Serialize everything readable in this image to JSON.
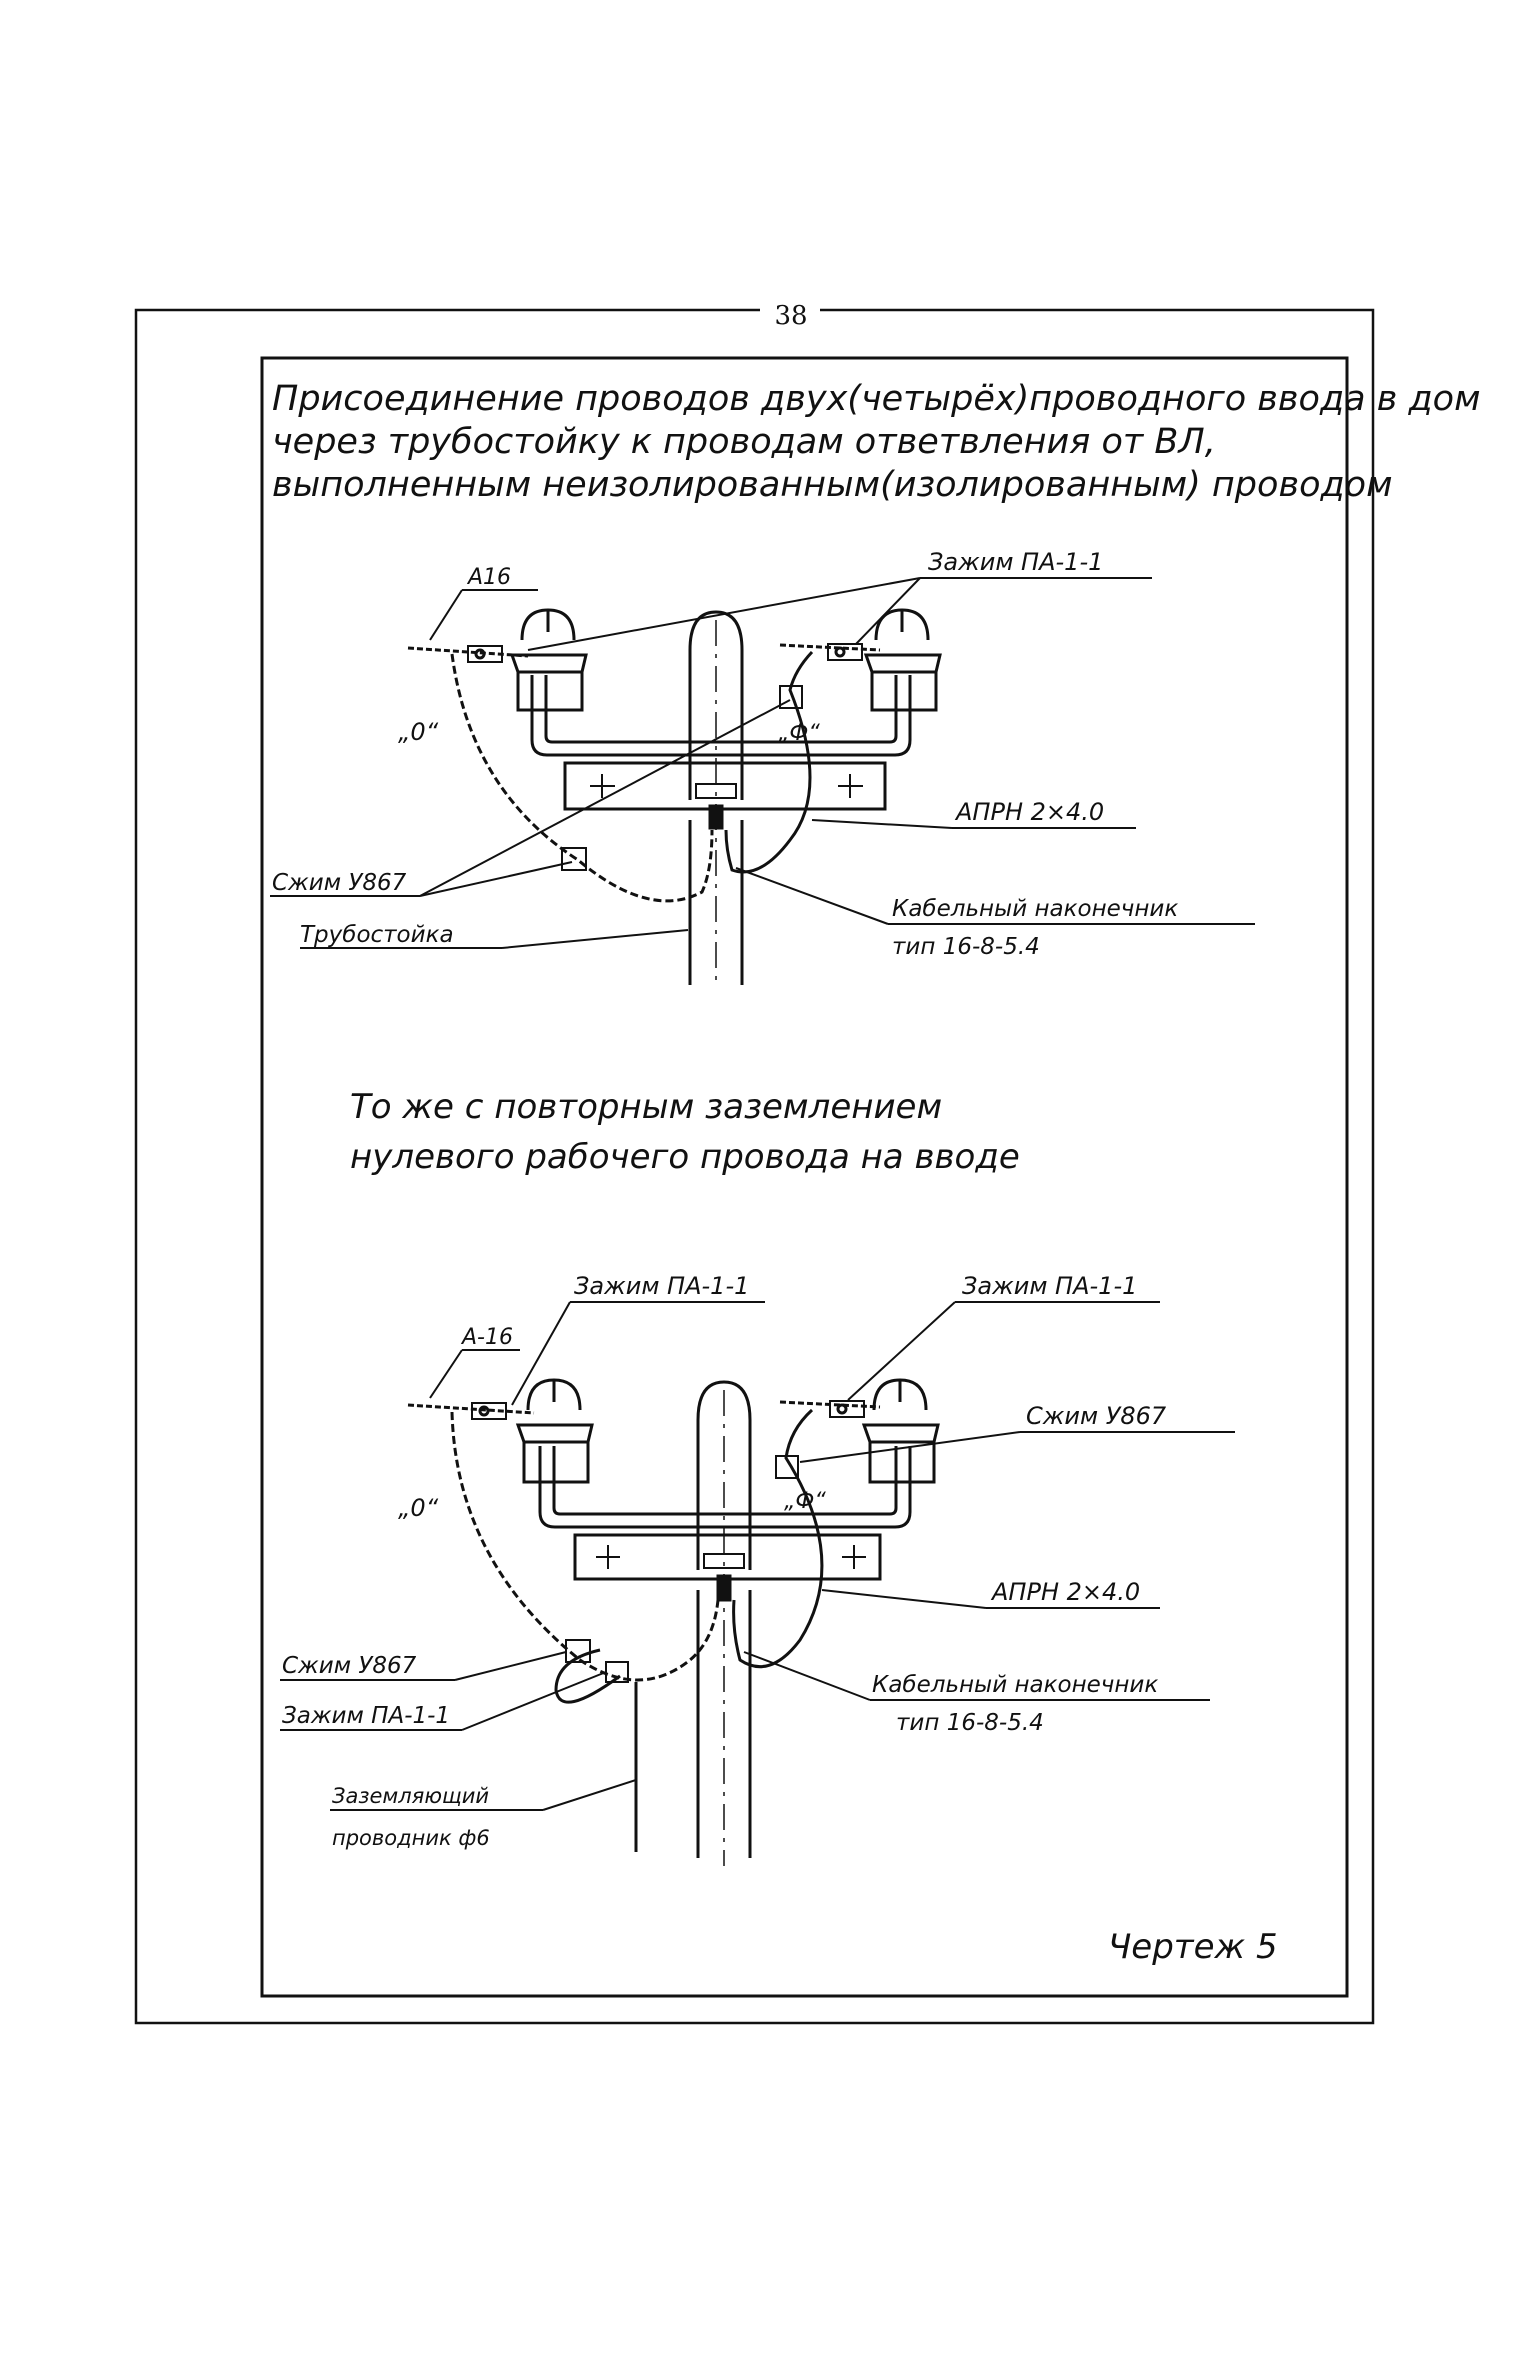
{
  "page": {
    "number": "38",
    "title_lines": [
      "Присоединение проводов двух(четырёх)проводного ввода в дом",
      "через трубостойку к проводам ответвления от ВЛ,",
      "выполненным неизолированным(изолированным) проводом"
    ],
    "drawing_label": "Чертеж 5"
  },
  "diagram1": {
    "labels": {
      "wire": "А16",
      "clamp": "Зажим ПА-1-1",
      "neutral": "„0“",
      "phase": "„Ф“",
      "cable": "АПРН 2×4.0",
      "splice": "Сжим У867",
      "pipe": "Трубостойка",
      "lug": "Кабельный наконечник",
      "lug_type": "тип 16-8-5.4"
    }
  },
  "subtitle_lines": [
    "То же с повторным заземлением",
    "нулевого рабочего провода на вводе"
  ],
  "diagram2": {
    "labels": {
      "wire": "А-16",
      "clamp_left": "Зажим ПА-1-1",
      "clamp_right": "Зажим ПА-1-1",
      "splice_right": "Сжим У867",
      "neutral": "„0“",
      "phase": "„Ф“",
      "cable": "АПРН 2×4.0",
      "splice_left": "Сжим У867",
      "clamp_ground": "Зажим ПА-1-1",
      "lug": "Кабельный наконечник",
      "lug_type": "тип 16-8-5.4",
      "ground_1": "Заземляющий",
      "ground_2": "проводник ф6"
    }
  }
}
